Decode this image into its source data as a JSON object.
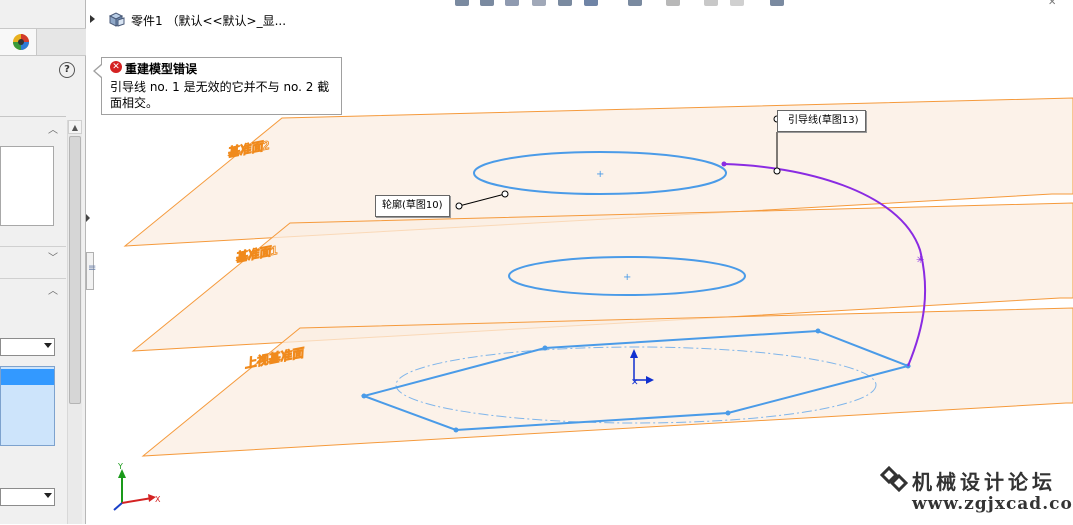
{
  "feature_tree": {
    "part_title": "零件1 （默认<<默认>_显..."
  },
  "error_tooltip": {
    "title": "重建模型错误",
    "message": "引导线 no. 1 是无效的它并不与 no. 2 截面相交。"
  },
  "callouts": {
    "guide_curve": "引导线(草图13)",
    "profile": "轮廓(草图10)"
  },
  "planes": {
    "plane2": "基准面2",
    "plane1": "基准面1",
    "top_plane": "上视基准面"
  },
  "triad": {
    "x_label": "X",
    "y_label": "Y"
  },
  "watermark": {
    "title": "机械设计论坛",
    "url": "www.zgjxcad.com"
  },
  "colors": {
    "plane_fill": "#fbeee2",
    "plane_edge": "#f59a3c",
    "plane_label": "#f08a1c",
    "sketch": "#4a9be8",
    "guide_curve": "#8a2be2",
    "error": "#d42222"
  }
}
